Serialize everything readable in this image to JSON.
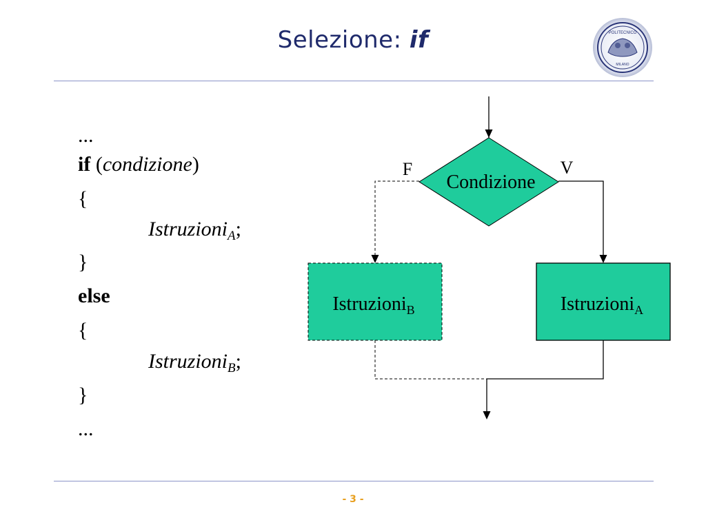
{
  "slide": {
    "title_prefix": "Selezione: ",
    "title_keyword": "if",
    "page_number": "- 3 -",
    "logo": {
      "text_top": "POLITECNICO",
      "text_bottom": "MILANO"
    }
  },
  "code": {
    "ellipsis_start": "...",
    "if_keyword": "if",
    "open_paren": " (",
    "condition": "condizione",
    "close_paren": ")",
    "brace_open_1": "{",
    "stmt_a": "Istruzioni",
    "stmt_a_sub": "A",
    "stmt_a_end": ";",
    "brace_close_1": "}",
    "else_keyword": "else",
    "brace_open_2": "{",
    "stmt_b": "Istruzioni",
    "stmt_b_sub": "B",
    "stmt_b_end": ";",
    "brace_close_2": "}",
    "ellipsis_end": "..."
  },
  "flowchart": {
    "condition_label": "Condizione",
    "false_label": "F",
    "true_label": "V",
    "box_b_label": "Istruzioni",
    "box_b_sub": "B",
    "box_a_label": "Istruzioni",
    "box_a_sub": "A",
    "shape_fill": "#1fcc9c",
    "line_color": "#000000",
    "rule_color": "#8a93c7",
    "title_color": "#1f2a6b"
  }
}
